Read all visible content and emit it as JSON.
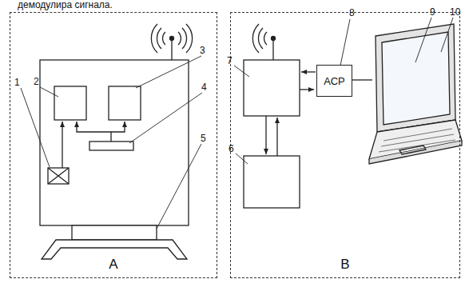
{
  "diagram": {
    "nodes": [
      {
        "text": [
          "A"
        ]
      },
      {
        "text": [
          "B"
        ]
      },
      {
        "text": [
          "АСР"
        ],
        "in": 1
      }
    ],
    "labels": [
      "демодулира сигнала.",
      "1",
      "2",
      "3",
      "4",
      "5",
      "6",
      "7",
      "8",
      "9",
      "10"
    ]
  }
}
